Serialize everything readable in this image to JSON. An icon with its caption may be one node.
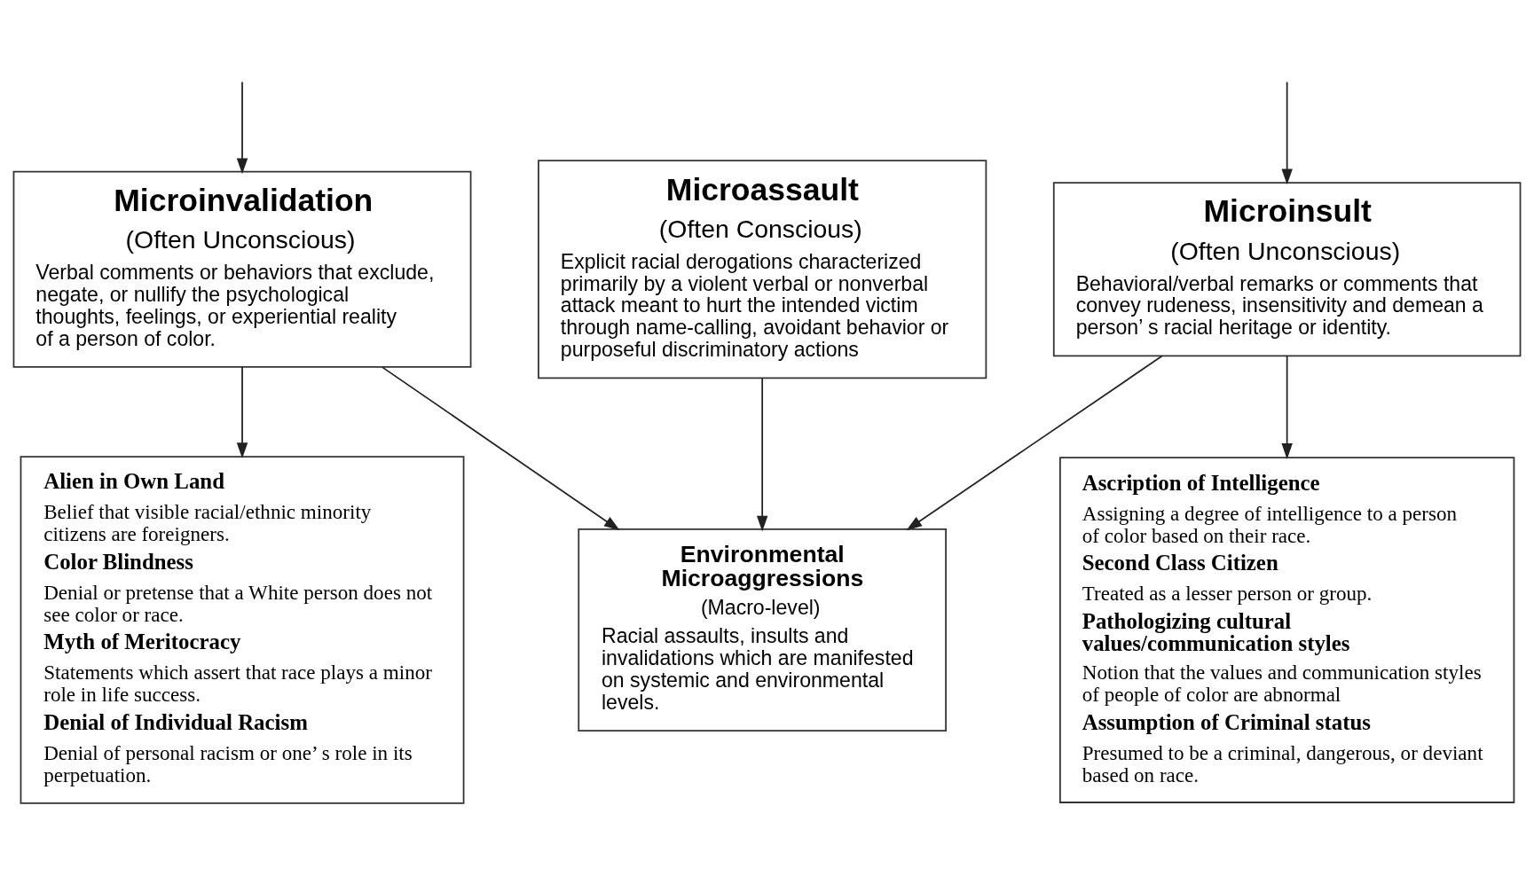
{
  "diagram": {
    "nodes": [
      {
        "text": [
          "Microinsult",
          "(Often Unconscious)",
          "Behavioral/verbal remarks or comments that convey rudeness, insensitivity and demean a person’ s racial heritage or identity."
        ]
      },
      {
        "text": [
          "Microassault",
          "(Often Conscious)",
          "Explicit racial derogations characterized primarily by a violent verbal or nonverbal attack meant to hurt the intended victim through name-calling, avoidant behavior or purposeful discriminatory actions"
        ]
      },
      {
        "text": [
          "Microinvalidation",
          "(Often Unconscious)",
          "Verbal comments or behaviors that exclude, negate, or nullify the psychological thoughts, feelings, or experiential reality of a person of color."
        ]
      },
      {
        "text": [
          "Environmental Microaggressions",
          "(Macro-level)",
          "Racial assaults, insults and invalidations which are manifested on systemic and environmental levels."
        ]
      },
      {
        "text": [
          "Ascription of Intelligence",
          "Assigning a degree of intelligence to a person of color based on their race.",
          "Second Class Citizen",
          "Treated as a lesser person or group.",
          "Pathologizing cultural values/communication styles",
          "Notion that the values and communication styles of people of color are abnormal",
          "Assumption of Criminal status",
          "Presumed to be a criminal, dangerous, or deviant based on race."
        ]
      },
      {
        "text": [
          "Alien in Own Land",
          "Belief that visible racial/ethnic minority citizens are foreigners.",
          "Color Blindness",
          "Denial or pretense that a White person does not see color or race.",
          "Myth of Meritocracy",
          "Statements which assert that race plays a minor role in life success.",
          "Denial of Individual Racism",
          "Denial of personal racism or one’ s role in its perpetuation."
        ]
      }
    ],
    "edges": [
      {
        "from": null,
        "to": 0,
        "arrow": "to"
      },
      {
        "from": null,
        "to": 2,
        "arrow": "to"
      },
      {
        "from": 0,
        "to": 3,
        "arrow": "to"
      },
      {
        "from": 1,
        "to": 3,
        "arrow": "to"
      },
      {
        "from": 2,
        "to": 3,
        "arrow": "to"
      },
      {
        "from": 0,
        "to": 4,
        "arrow": "to"
      },
      {
        "from": 2,
        "to": 5,
        "arrow": "to"
      }
    ]
  }
}
